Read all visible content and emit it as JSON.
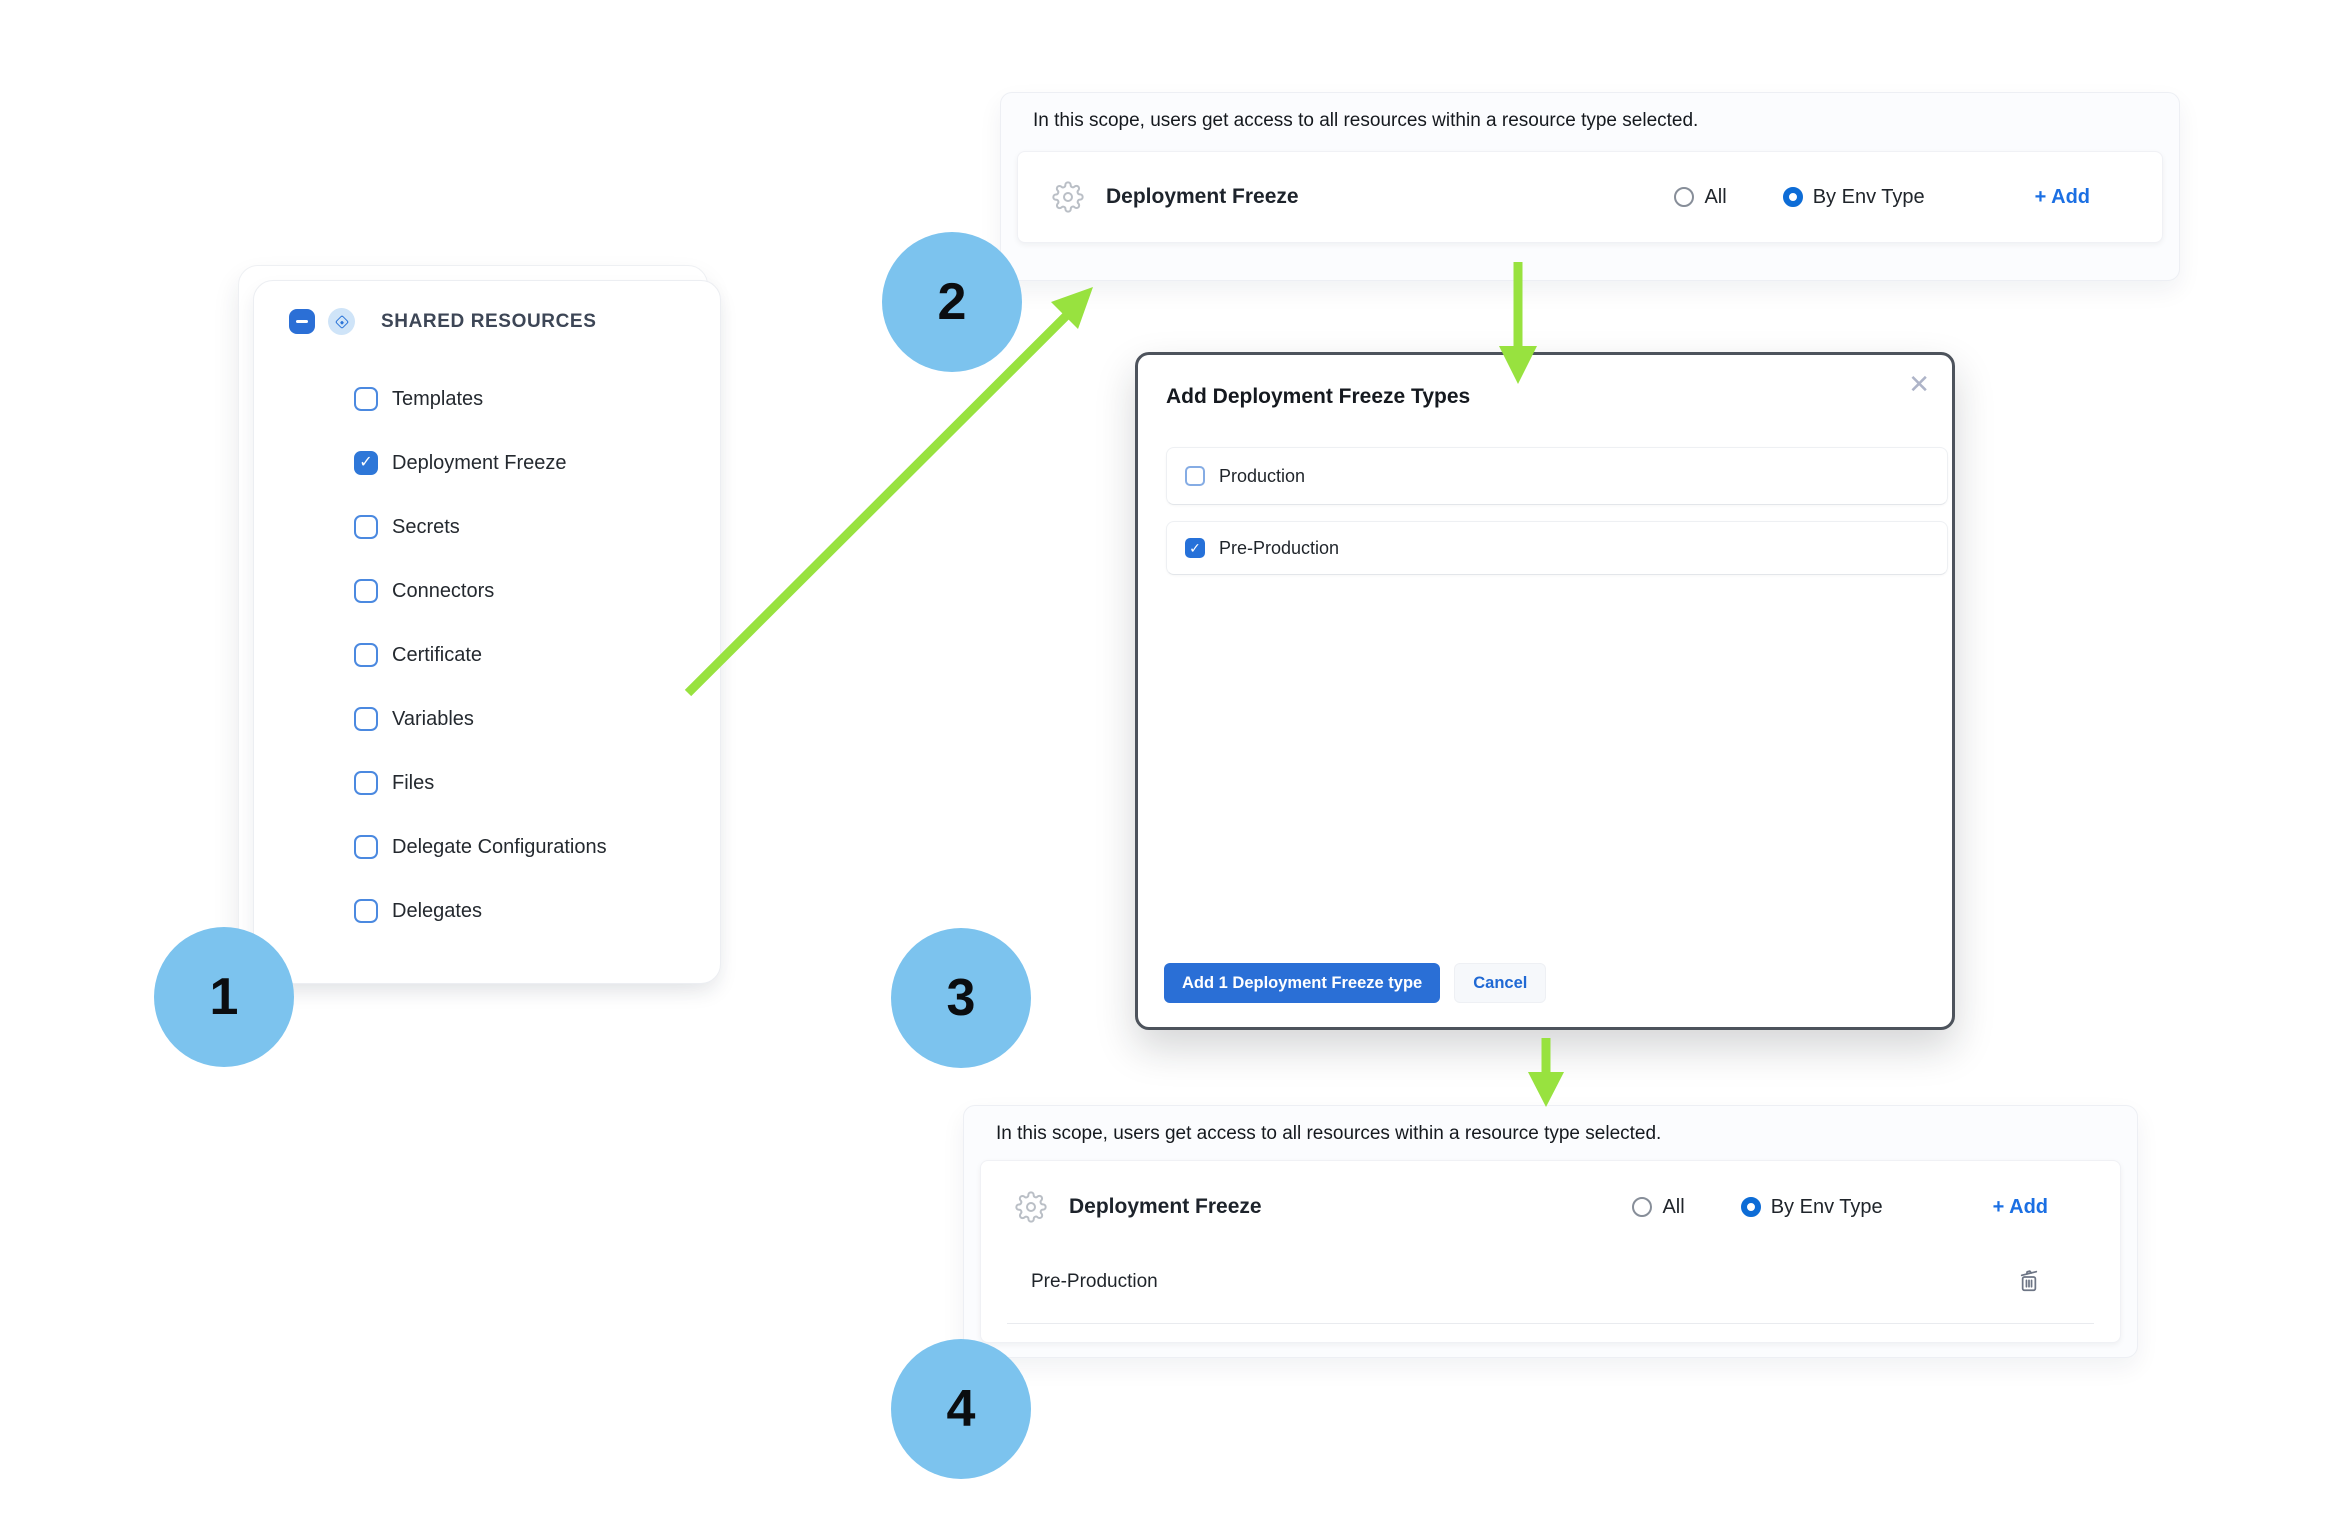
{
  "colors": {
    "accent_blue": "#2a6fd6",
    "link_blue": "#1b6fe3",
    "arrow_green": "#98e23f",
    "step_circle_blue": "#7cc3ee",
    "modal_border": "#4d535c"
  },
  "steps": [
    {
      "number": "1"
    },
    {
      "number": "2"
    },
    {
      "number": "3"
    },
    {
      "number": "4"
    }
  ],
  "left_panel": {
    "group_label": "SHARED RESOURCES",
    "items": [
      {
        "label": "Templates",
        "checked": false
      },
      {
        "label": "Deployment Freeze",
        "checked": true
      },
      {
        "label": "Secrets",
        "checked": false
      },
      {
        "label": "Connectors",
        "checked": false
      },
      {
        "label": "Certificate",
        "checked": false
      },
      {
        "label": "Variables",
        "checked": false
      },
      {
        "label": "Files",
        "checked": false
      },
      {
        "label": "Delegate Configurations",
        "checked": false
      },
      {
        "label": "Delegates",
        "checked": false
      }
    ]
  },
  "scope_panel_top": {
    "description": "In this scope, users get access to all resources within a resource type selected.",
    "resource_label": "Deployment Freeze",
    "options": [
      {
        "label": "All",
        "selected": false
      },
      {
        "label": "By Env Type",
        "selected": true
      }
    ],
    "add_label": "+ Add"
  },
  "modal": {
    "title": "Add Deployment Freeze Types",
    "close_glyph": "✕",
    "items": [
      {
        "label": "Production",
        "checked": false
      },
      {
        "label": "Pre-Production",
        "checked": true
      }
    ],
    "primary_button": "Add 1 Deployment Freeze type",
    "cancel_button": "Cancel"
  },
  "scope_panel_bottom": {
    "description": "In this scope, users get access to all resources within a resource type selected.",
    "resource_label": "Deployment Freeze",
    "options": [
      {
        "label": "All",
        "selected": false
      },
      {
        "label": "By Env Type",
        "selected": true
      }
    ],
    "add_label": "+ Add",
    "selected_types": [
      {
        "label": "Pre-Production"
      }
    ]
  }
}
